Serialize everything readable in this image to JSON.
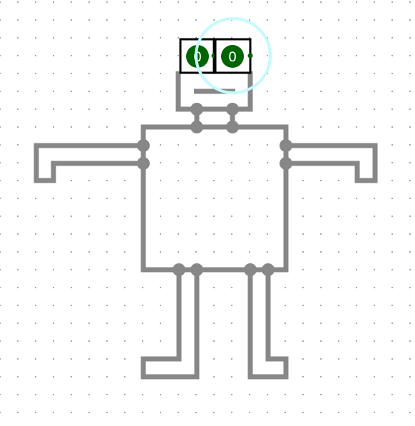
{
  "canvas": {
    "background": "#ffffff",
    "grid_dot_color": "#9a9a9a",
    "wire_color": "#878787"
  },
  "components": {
    "left_eye": {
      "type": "output-led",
      "value": "0",
      "bulb_color": "#006400"
    },
    "right_eye": {
      "type": "output-led",
      "value": "0",
      "bulb_color": "#006400"
    },
    "selection_highlight": {
      "color": "#c4fafd",
      "target": "right_eye"
    }
  }
}
